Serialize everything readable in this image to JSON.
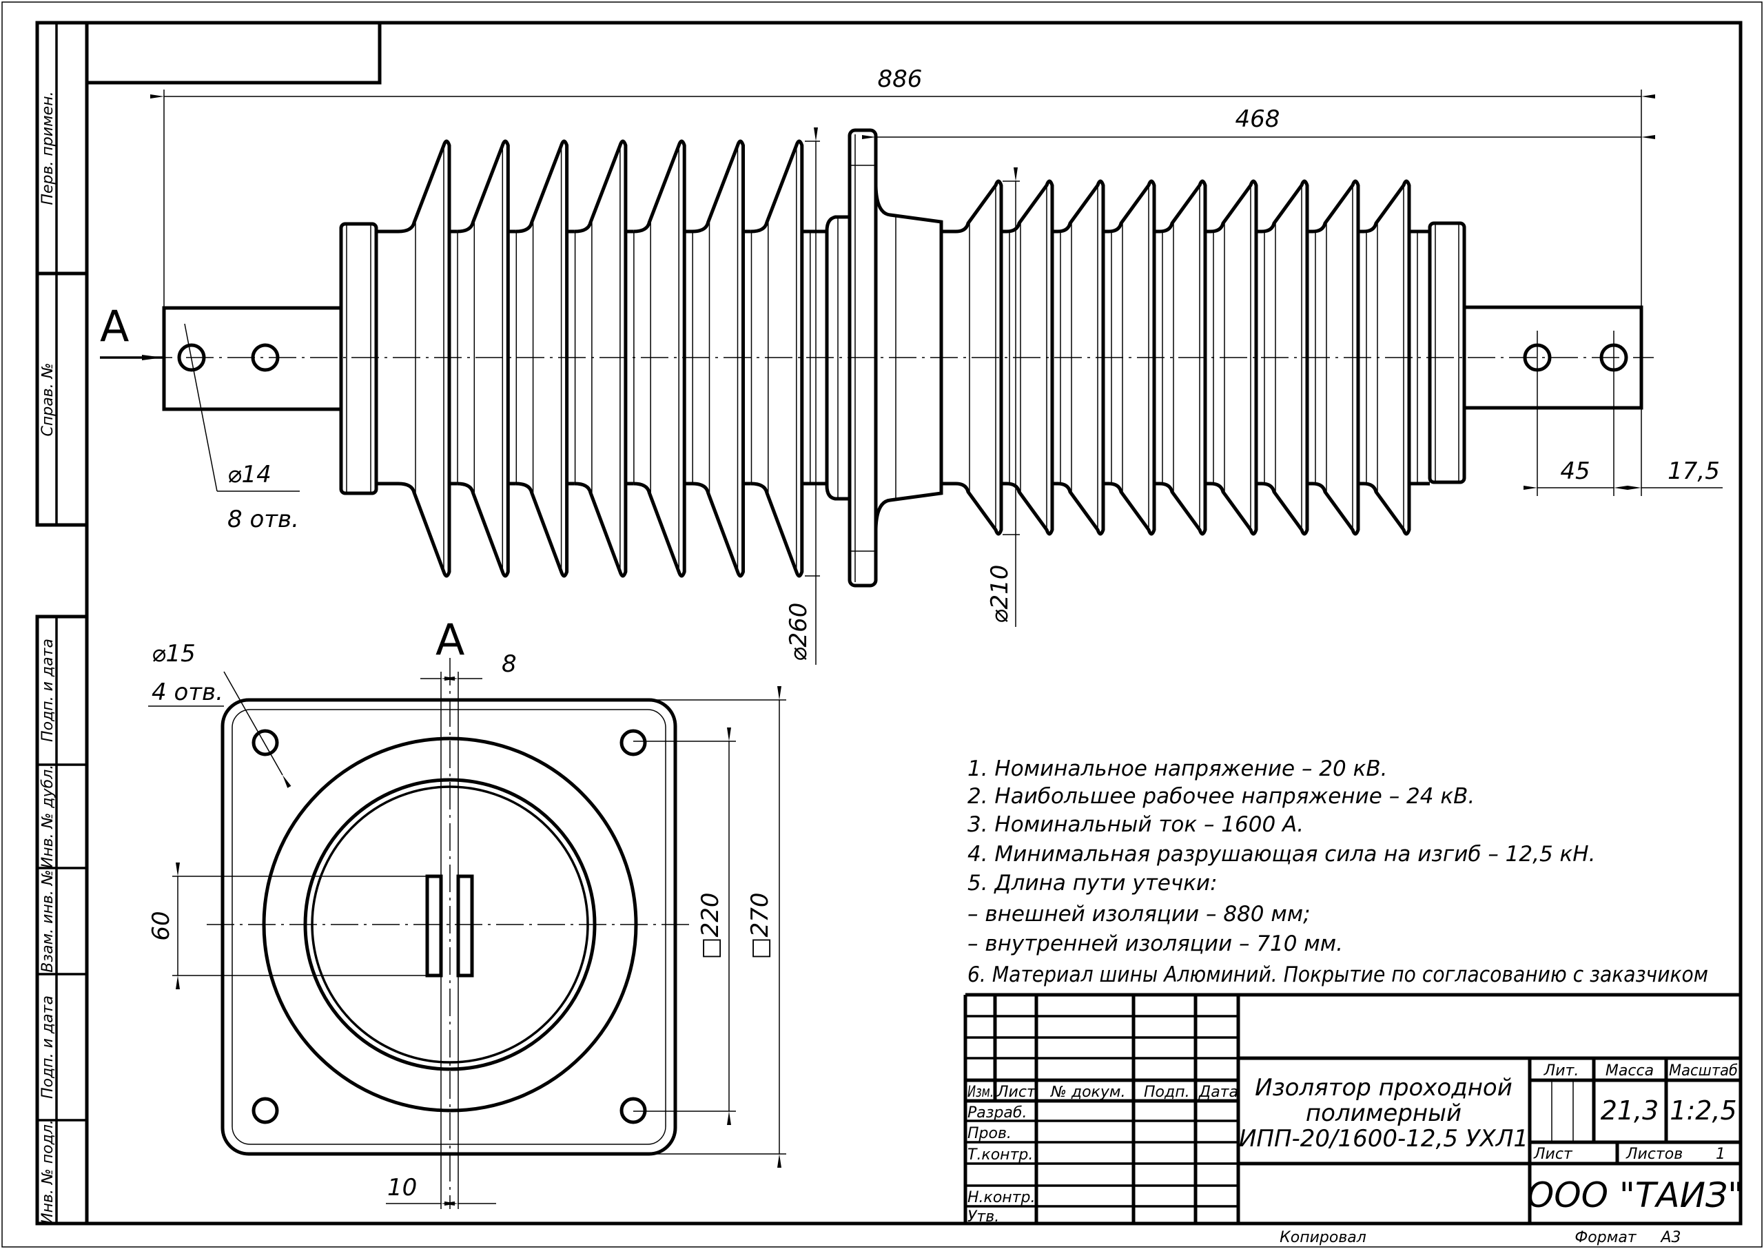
{
  "margin_labels": {
    "perv_primen": "Перв. примен.",
    "sprav_no": "Справ. №",
    "podp_data_1": "Подп. и дата",
    "inv_dubl": "Инв. № дубл.",
    "vzam_inv": "Взам. инв. №",
    "podp_data_2": "Подп. и дата",
    "inv_podl": "Инв. № подл."
  },
  "dimensions": {
    "overall_length": "886",
    "inner_length": "468",
    "bus_hole_diameter": "⌀14",
    "bus_hole_count": "8 отв.",
    "view_label_side": "A",
    "view_label_plan": "A",
    "shed_diameter_large": "⌀260",
    "shed_diameter_small": "⌀210",
    "hole_spacing": "45",
    "hole_edge": "17,5",
    "flange_hole_diameter": "⌀15",
    "flange_hole_count": "4 отв.",
    "slot_gap": "8",
    "slot_width": "10",
    "slot_height": "60",
    "hole_square": "□220",
    "flange_square": "□270"
  },
  "notes": [
    "1. Номинальное напряжение – 20 кВ.",
    "2. Наибольшее рабочее напряжение – 24 кВ.",
    "3. Номинальный ток – 1600 А.",
    "4. Минимальная разрушающая сила на изгиб – 12,5 кН.",
    "5.  Длина пути утечки:",
    "– внешней изоляции – 880 мм;",
    "– внутренней изоляции – 710 мм.",
    "6. Материал шины Алюминий. Покрытие по согласованию с заказчиком"
  ],
  "title_block": {
    "col_izm": "Изм.",
    "col_list": "Лист",
    "col_dokum": "№ докум.",
    "col_podp": "Подп.",
    "col_data": "Дата",
    "row_razrab": "Разраб.",
    "row_prov": "Пров.",
    "row_tkontr": "Т.контр.",
    "row_nkontr": "Н.контр.",
    "row_utv": "Утв.",
    "title_line1": "Изолятор проходной",
    "title_line2": "полимерный",
    "title_line3": "ИПП-20/1600-12,5 УХЛ1",
    "lit_label": "Лит.",
    "mass_label": "Масса",
    "scale_label": "Масштаб",
    "mass_value": "21,3",
    "scale_value": "1:2,5",
    "sheet_label": "Лист",
    "sheets_label": "Листов",
    "sheets_value": "1",
    "company": "ООО \"ТАИЗ\"",
    "copied": "Копировал",
    "format_label": "Формат",
    "format_value": "А3"
  }
}
